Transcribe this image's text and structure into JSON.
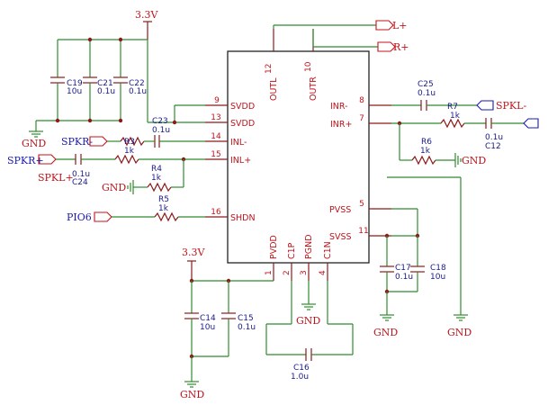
{
  "supply": {
    "v1": "3.3V",
    "v2": "3.3V"
  },
  "gnd_labels": [
    "GND",
    "GND",
    "GND",
    "GND",
    "GND",
    "GND",
    "GND"
  ],
  "ports": {
    "l_plus": "L+",
    "r_plus": "R+",
    "spkl_minus": "SPKL-",
    "spkr_minus": "SPKR-",
    "spkr_plus": "SPKR+",
    "spkl_plus": "SPKL+",
    "pio6": "PIO6"
  },
  "chip": {
    "pins": {
      "p9": "SVDD",
      "p13": "SVDD",
      "p14": "INL-",
      "p15": "INL+",
      "p16": "SHDN",
      "p8": "INR-",
      "p7": "INR+",
      "p5": "PVSS",
      "p11": "SVSS",
      "p12": "OUTL",
      "p10": "OUTR",
      "p1": "PVDD",
      "p2": "C1P",
      "p3": "PGND",
      "p4": "C1N"
    },
    "nums": {
      "n9": "9",
      "n13": "13",
      "n14": "14",
      "n15": "15",
      "n16": "16",
      "n8": "8",
      "n7": "7",
      "n5": "5",
      "n11": "11",
      "n12": "12",
      "n10": "10",
      "n1": "1",
      "n2": "2",
      "n3": "3",
      "n4": "4"
    }
  },
  "parts": {
    "c19": {
      "ref": "C19",
      "val": "10u"
    },
    "c21": {
      "ref": "C21",
      "val": "0.1u"
    },
    "c22": {
      "ref": "C22",
      "val": "0.1u"
    },
    "c23": {
      "ref": "C23",
      "val": "0.1u"
    },
    "c24": {
      "ref": "C24",
      "val": "0.1u"
    },
    "c25": {
      "ref": "C25",
      "val": "0.1u"
    },
    "c12": {
      "ref": "C12",
      "val": "0.1u"
    },
    "c14": {
      "ref": "C14",
      "val": "10u"
    },
    "c15": {
      "ref": "C15",
      "val": "0.1u"
    },
    "c16": {
      "ref": "C16",
      "val": "1.0u"
    },
    "c17": {
      "ref": "C17",
      "val": "0.1u"
    },
    "c18": {
      "ref": "C18",
      "val": "10u"
    },
    "r3": {
      "ref": "R3",
      "val": "1k"
    },
    "r4": {
      "ref": "R4",
      "val": "1k"
    },
    "r5": {
      "ref": "R5",
      "val": "1k"
    },
    "r6": {
      "ref": "R6",
      "val": "1k"
    },
    "r7": {
      "ref": "R7",
      "val": "1k"
    }
  }
}
